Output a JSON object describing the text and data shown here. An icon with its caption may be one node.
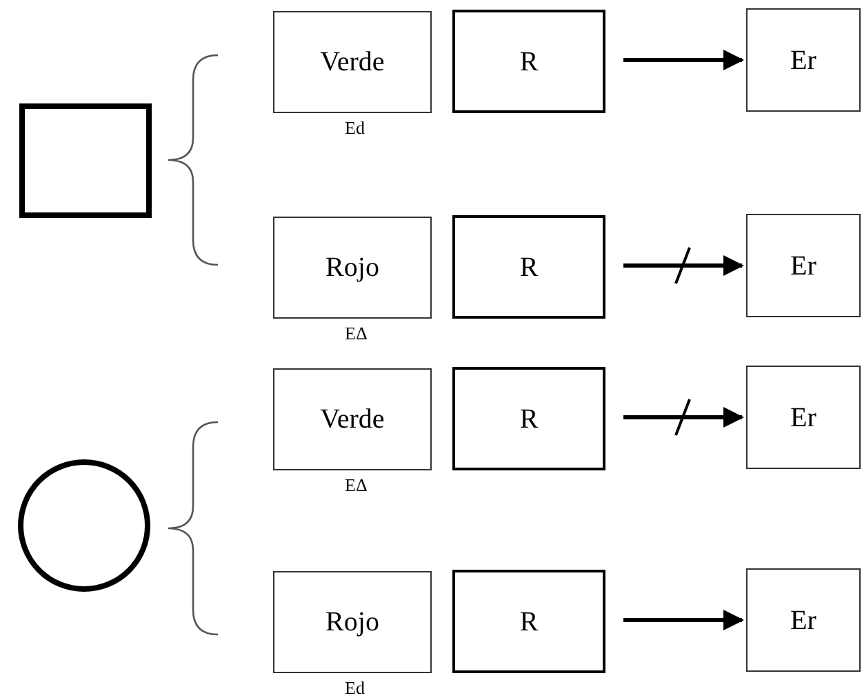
{
  "diagram": {
    "nodes": [
      {
        "text": [],
        "shape": "box"
      },
      {
        "text": [
          "Verde"
        ],
        "beside": [
          "Ed"
        ]
      },
      {
        "text": [
          "R"
        ]
      },
      {
        "text": [
          "Er"
        ]
      },
      {
        "text": [
          "Rojo"
        ],
        "beside": [
          "EΔ"
        ]
      },
      {
        "text": [
          "R"
        ]
      },
      {
        "text": [
          "Er"
        ]
      },
      {
        "text": [],
        "shape": "circle"
      },
      {
        "text": [
          "Verde"
        ],
        "beside": [
          "EΔ"
        ]
      },
      {
        "text": [
          "R"
        ]
      },
      {
        "text": [
          "Er"
        ]
      },
      {
        "text": [
          "Rojo"
        ],
        "beside": [
          "Ed"
        ]
      },
      {
        "text": [
          "R"
        ]
      },
      {
        "text": [
          "Er"
        ]
      }
    ],
    "edges": [
      {
        "from": 2,
        "to": 3,
        "arrow": "to"
      },
      {
        "from": 5,
        "to": 6,
        "arrow": "to"
      },
      {
        "from": 9,
        "to": 10,
        "arrow": "to"
      },
      {
        "from": 12,
        "to": 13,
        "arrow": "to"
      }
    ]
  }
}
